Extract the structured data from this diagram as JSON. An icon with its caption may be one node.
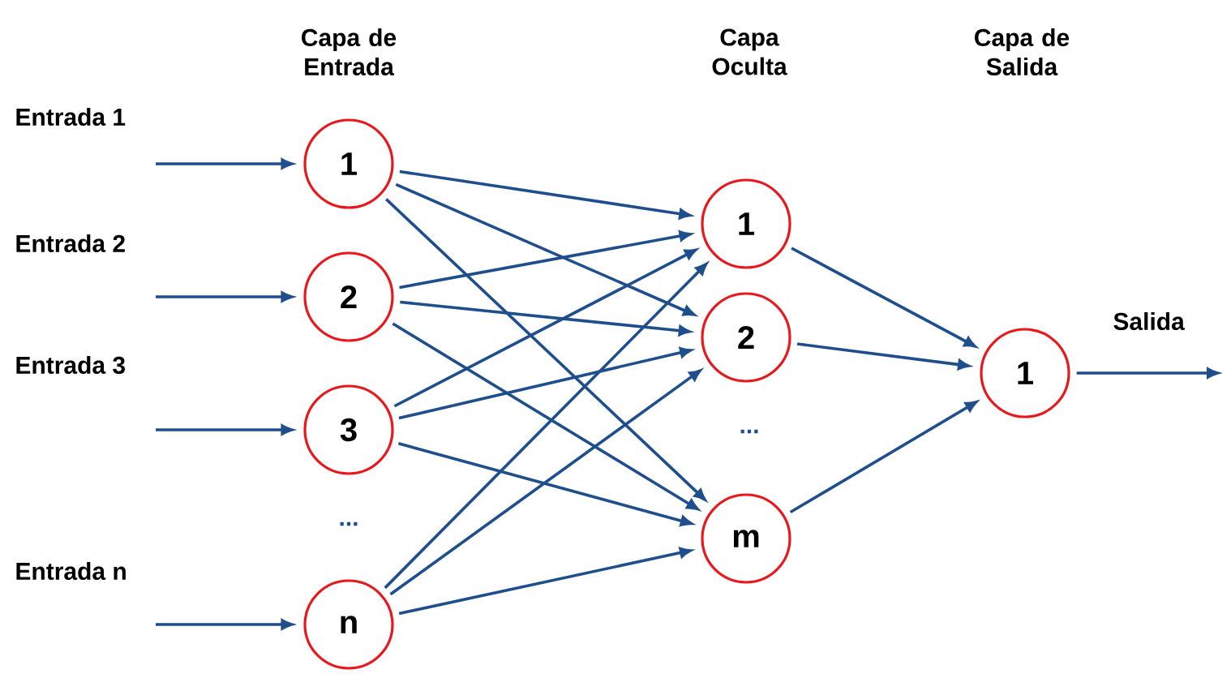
{
  "diagram": {
    "nodes": [
      {
        "text": [
          "1"
        ]
      },
      {
        "text": [
          "2"
        ]
      },
      {
        "text": [
          "3"
        ]
      },
      {
        "text": [
          "n"
        ]
      },
      {
        "text": [
          "1"
        ]
      },
      {
        "text": [
          "2"
        ]
      },
      {
        "text": [
          "m"
        ]
      },
      {
        "text": [
          "1"
        ]
      }
    ],
    "edges": [
      {
        "from": null,
        "to": 0,
        "arrow": "to"
      },
      {
        "from": null,
        "to": 1,
        "arrow": "to"
      },
      {
        "from": null,
        "to": 2,
        "arrow": "to"
      },
      {
        "from": null,
        "to": 3,
        "arrow": "to"
      },
      {
        "from": 0,
        "to": 4,
        "arrow": "to"
      },
      {
        "from": 0,
        "to": 5,
        "arrow": "to"
      },
      {
        "from": 0,
        "to": 6,
        "arrow": "to"
      },
      {
        "from": 1,
        "to": 4,
        "arrow": "to"
      },
      {
        "from": 1,
        "to": 5,
        "arrow": "to"
      },
      {
        "from": 1,
        "to": 6,
        "arrow": "to"
      },
      {
        "from": 2,
        "to": 4,
        "arrow": "to"
      },
      {
        "from": 2,
        "to": 5,
        "arrow": "to"
      },
      {
        "from": 2,
        "to": 6,
        "arrow": "to"
      },
      {
        "from": 3,
        "to": 4,
        "arrow": "to"
      },
      {
        "from": 3,
        "to": 5,
        "arrow": "to"
      },
      {
        "from": 3,
        "to": 6,
        "arrow": "to"
      },
      {
        "from": 4,
        "to": 7,
        "arrow": "to"
      },
      {
        "from": 5,
        "to": 7,
        "arrow": "to"
      },
      {
        "from": 6,
        "to": 7,
        "arrow": "to"
      },
      {
        "from": 7,
        "to": null,
        "arrow": "to"
      }
    ],
    "labels": [
      "Capa de Entrada",
      "Capa Oculta",
      "Capa de Salida",
      "Entrada 1",
      "Entrada 2",
      "Salida",
      "Entrada 3",
      "...",
      "...",
      "Entrada n"
    ]
  }
}
